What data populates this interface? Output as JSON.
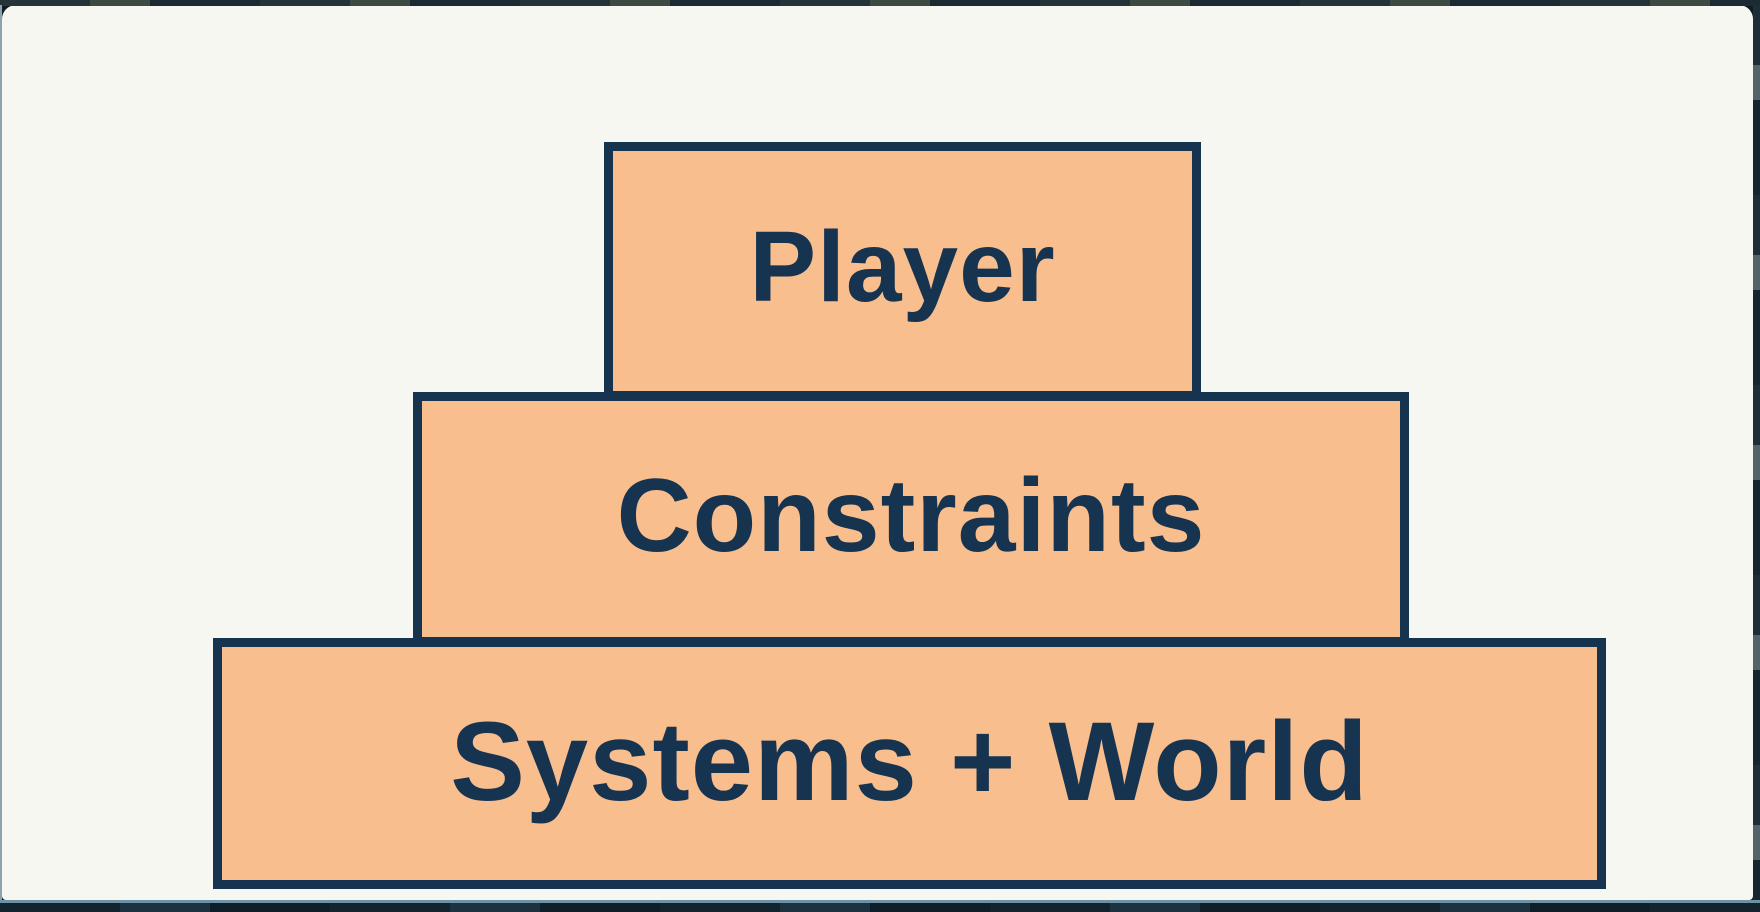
{
  "diagram": {
    "type": "stacked-layer-pyramid",
    "layers": [
      {
        "label": "Player"
      },
      {
        "label": "Constraints"
      },
      {
        "label": "Systems + World"
      }
    ]
  },
  "colors": {
    "layer_fill": "#f8be8e",
    "layer_border": "#163350",
    "label_text": "#163350",
    "slide_background": "#f5f7f0",
    "frame_dark": "#14242f",
    "frame_accent_line": "#6d92a6"
  }
}
